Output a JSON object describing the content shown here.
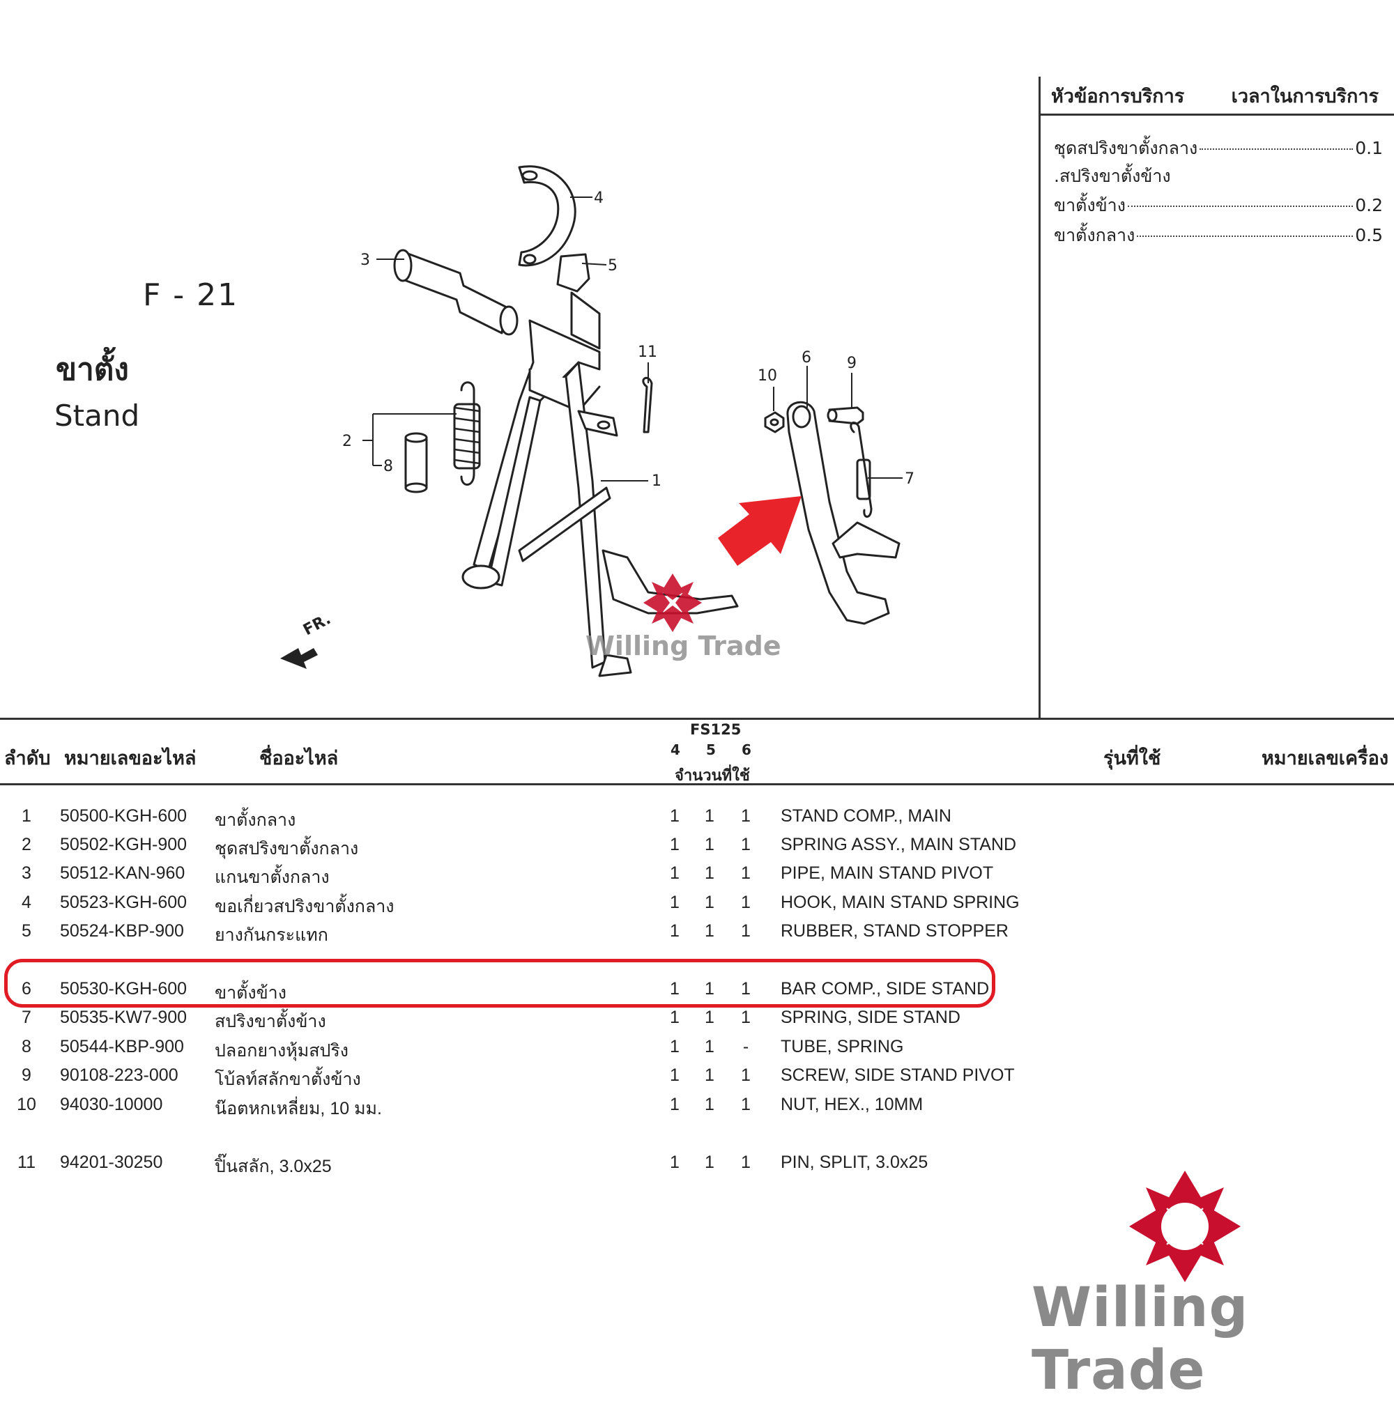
{
  "figure": {
    "code": "F - 21",
    "title_th": "ขาตั้ง",
    "title_en": "Stand",
    "callouts": [
      "1",
      "2",
      "3",
      "4",
      "5",
      "6",
      "7",
      "8",
      "9",
      "10",
      "11"
    ],
    "direction_label": "FR.",
    "arrow_color": "#e8232a"
  },
  "service": {
    "header_item": "หัวข้อการบริการ",
    "header_time": "เวลาในการบริการ",
    "rows": [
      {
        "name": "ชุดสปริงขาตั้งกลาง",
        "time": "0.1"
      },
      {
        "name": ".สปริงขาตั้งข้าง",
        "time": ""
      },
      {
        "name": "ขาตั้งข้าง",
        "time": "0.2"
      },
      {
        "name": "ขาตั้งกลาง",
        "time": "0.5"
      }
    ]
  },
  "table": {
    "headers": {
      "no": "ลำดับ",
      "part_no": "หมายเลขอะไหล่",
      "name": "ชื่ออะไหล่",
      "model": "FS125",
      "model_cols": [
        "4",
        "5",
        "6"
      ],
      "qty": "จำนวนที่ใช้",
      "models_used": "รุ่นที่ใช้",
      "engine_no": "หมายเลขเครื่อง"
    },
    "rows": [
      {
        "no": "1",
        "part": "50500-KGH-600",
        "th": "ขาตั้งกลาง",
        "q": [
          "1",
          "1",
          "1"
        ],
        "en": "STAND COMP., MAIN"
      },
      {
        "no": "2",
        "part": "50502-KGH-900",
        "th": "ชุดสปริงขาตั้งกลาง",
        "q": [
          "1",
          "1",
          "1"
        ],
        "en": "SPRING ASSY., MAIN STAND"
      },
      {
        "no": "3",
        "part": "50512-KAN-960",
        "th": "แกนขาตั้งกลาง",
        "q": [
          "1",
          "1",
          "1"
        ],
        "en": "PIPE, MAIN STAND PIVOT"
      },
      {
        "no": "4",
        "part": "50523-KGH-600",
        "th": "ขอเกี่ยวสปริงขาตั้งกลาง",
        "q": [
          "1",
          "1",
          "1"
        ],
        "en": "HOOK, MAIN STAND SPRING"
      },
      {
        "no": "5",
        "part": "50524-KBP-900",
        "th": "ยางกันกระแทก",
        "q": [
          "1",
          "1",
          "1"
        ],
        "en": "RUBBER, STAND STOPPER"
      },
      {
        "no": "6",
        "part": "50530-KGH-600",
        "th": "ขาตั้งข้าง",
        "q": [
          "1",
          "1",
          "1"
        ],
        "en": "BAR COMP., SIDE STAND"
      },
      {
        "no": "7",
        "part": "50535-KW7-900",
        "th": "สปริงขาตั้งข้าง",
        "q": [
          "1",
          "1",
          "1"
        ],
        "en": "SPRING, SIDE STAND"
      },
      {
        "no": "8",
        "part": "50544-KBP-900",
        "th": "ปลอกยางหุ้มสปริง",
        "q": [
          "1",
          "1",
          "-"
        ],
        "en": "TUBE, SPRING"
      },
      {
        "no": "9",
        "part": "90108-223-000",
        "th": "โบ้ลท์สลักขาตั้งข้าง",
        "q": [
          "1",
          "1",
          "1"
        ],
        "en": "SCREW, SIDE STAND PIVOT"
      },
      {
        "no": "10",
        "part": "94030-10000",
        "th": "น๊อตหกเหลี่ยม, 10 มม.",
        "q": [
          "1",
          "1",
          "1"
        ],
        "en": "NUT, HEX., 10MM"
      },
      {
        "no": "11",
        "part": "94201-30250",
        "th": "ปิ๊นสลัก, 3.0x25",
        "q": [
          "1",
          "1",
          "1"
        ],
        "en": "PIN, SPLIT, 3.0x25"
      }
    ],
    "highlight_color": "#e01b24"
  },
  "watermark": {
    "text": "Willing Trade",
    "logo_color": "#c8102e"
  }
}
